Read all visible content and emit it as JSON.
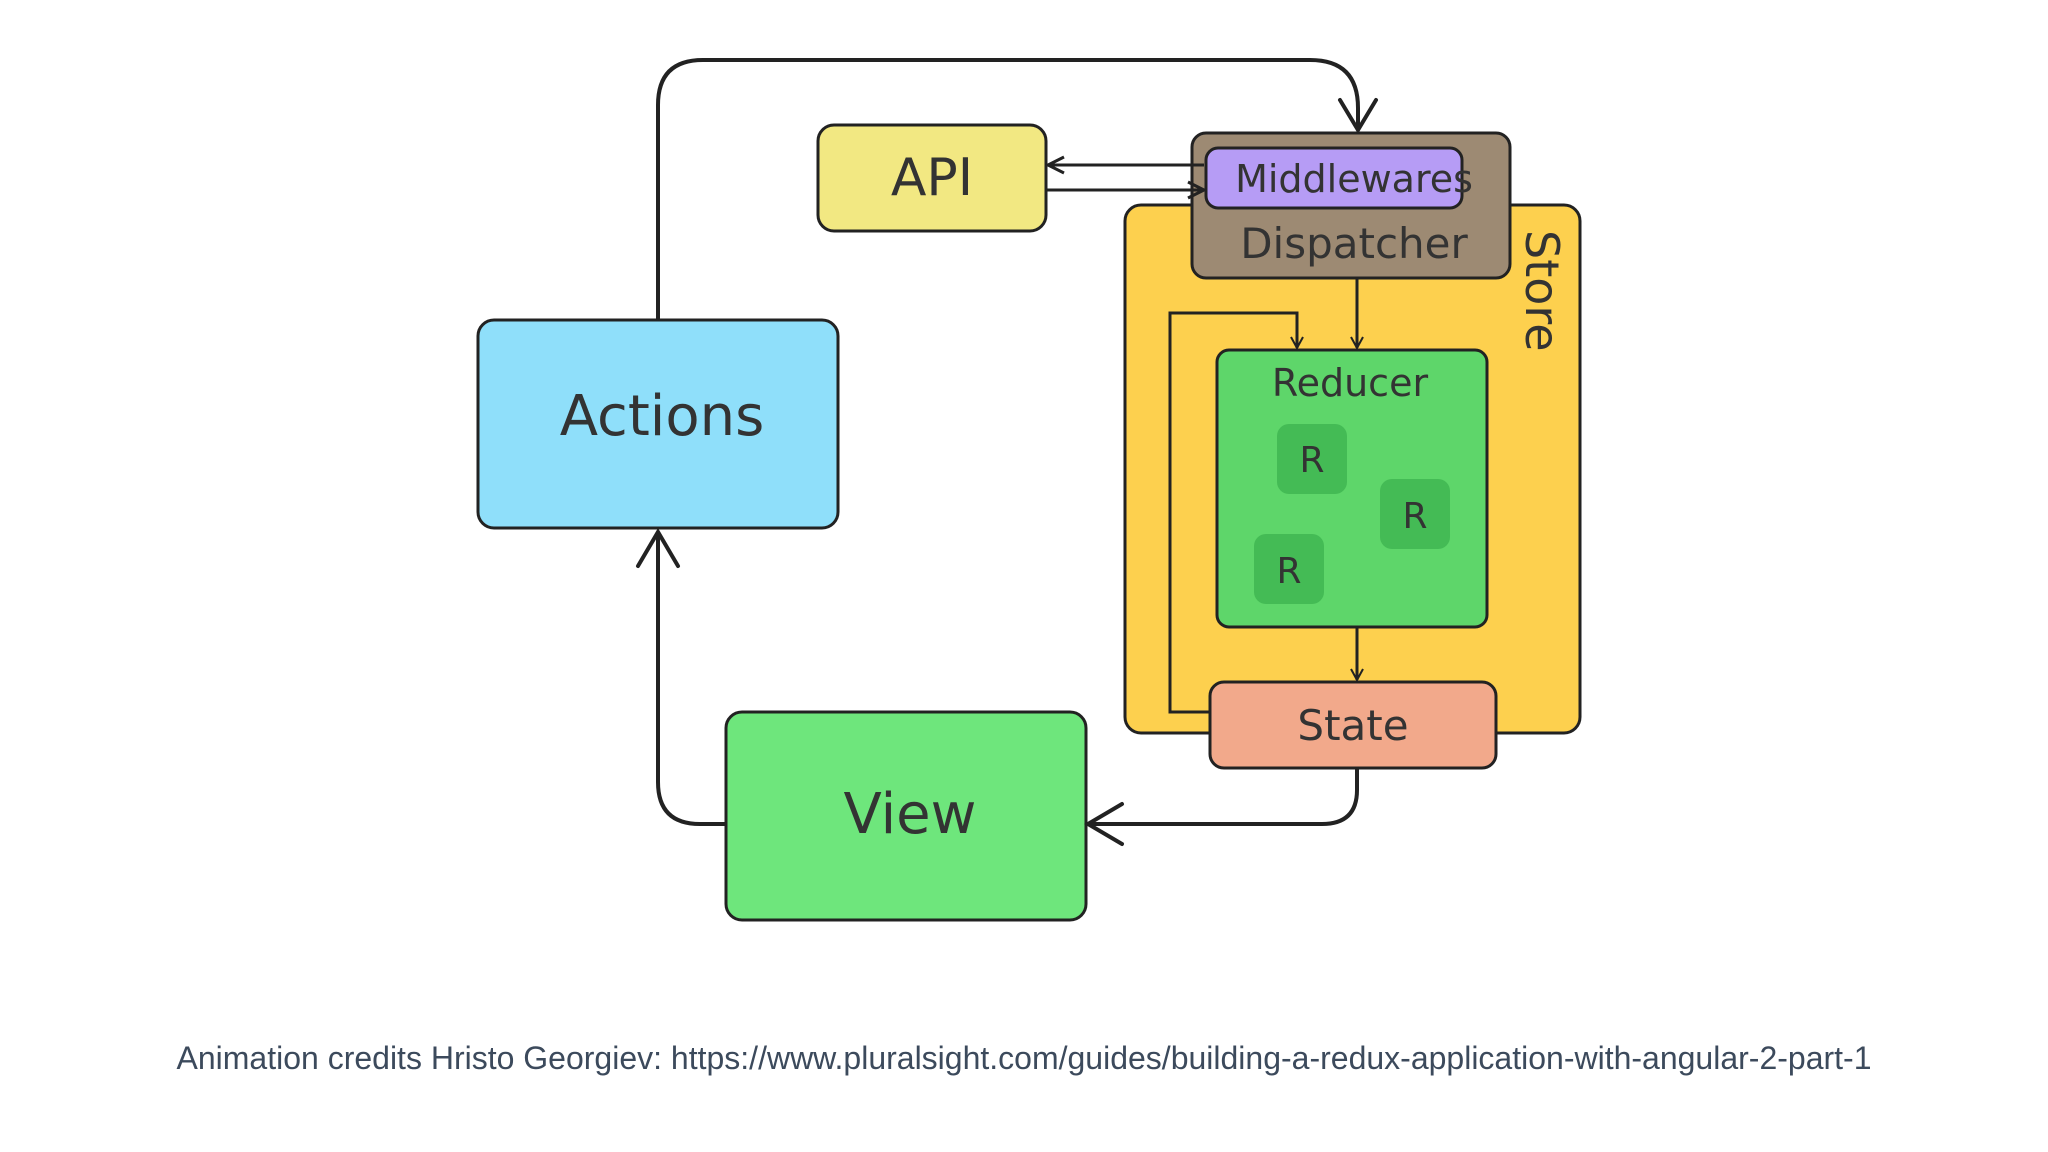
{
  "diagram": {
    "actions_label": "Actions",
    "api_label": "API",
    "middlewares_label": "Middlewares",
    "dispatcher_label": "Dispatcher",
    "store_label": "Store",
    "reducer_label": "Reducer",
    "reducer_item_label": "R",
    "state_label": "State",
    "view_label": "View"
  },
  "colors": {
    "actions": "#8fdffa",
    "api": "#f2e882",
    "middlewares": "#b69cf5",
    "dispatcher": "#9d8a73",
    "store": "#fdd04e",
    "reducer": "#5ed66a",
    "reducer_item": "#44bb55",
    "state": "#f2a98b",
    "view": "#6ee67c",
    "stroke": "#222222"
  },
  "footer": {
    "credit": "Animation credits Hristo Georgiev: https://www.pluralsight.com/guides/building-a-redux-application-with-angular-2-part-1"
  }
}
